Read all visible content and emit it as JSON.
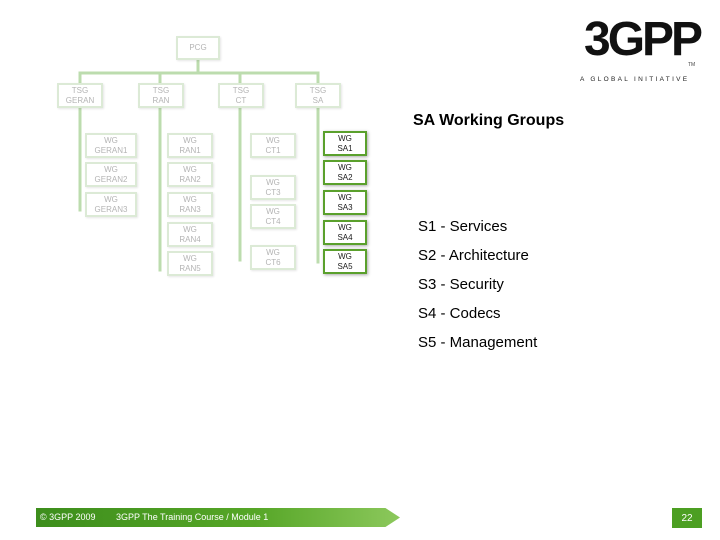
{
  "org_chart": {
    "pcg": "PCG",
    "tsgs": [
      "TSG\nGERAN",
      "TSG\nRAN",
      "TSG\nCT",
      "TSG\nSA"
    ],
    "geran_wgs": [
      "WG\nGERAN1",
      "WG\nGERAN2",
      "WG\nGERAN3"
    ],
    "ran_wgs": [
      "WG\nRAN1",
      "WG\nRAN2",
      "WG\nRAN3",
      "WG\nRAN4",
      "WG\nRAN5"
    ],
    "ct_wgs": [
      "WG\nCT1",
      "WG\nCT3",
      "WG\nCT4",
      "WG\nCT6"
    ],
    "sa_wgs": [
      "WG\nSA1",
      "WG\nSA2",
      "WG\nSA3",
      "WG\nSA4",
      "WG\nSA5"
    ],
    "colors": {
      "inactive_border": "#dcead6",
      "active_border": "#5aa02c",
      "line": "#bcdcae"
    }
  },
  "logo": {
    "mark": "3GPP",
    "tm": "TM",
    "tagline": "A GLOBAL INITIATIVE"
  },
  "slide": {
    "title": "SA Working Groups",
    "groups": [
      "S1 - Services",
      "S2 - Architecture",
      "S3 - Security",
      "S4 - Codecs",
      "S5 - Management"
    ]
  },
  "footer": {
    "copyright": "© 3GPP 2009",
    "course": "3GPP The Training Course / Module 1",
    "page_number": "22",
    "accent_color": "#4c9f22"
  }
}
